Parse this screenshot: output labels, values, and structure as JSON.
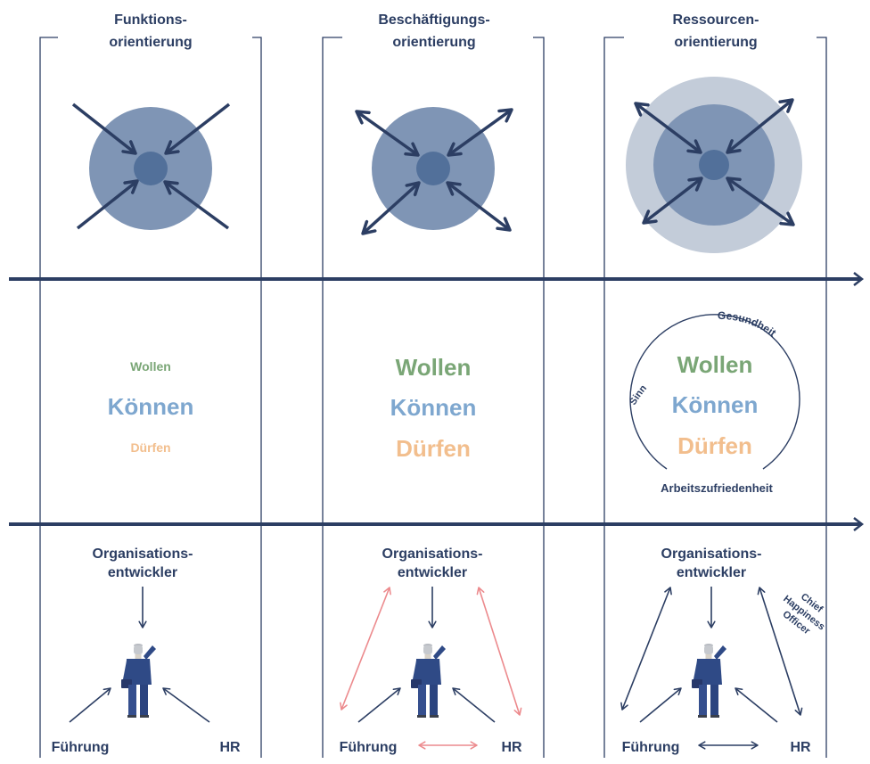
{
  "columns": [
    {
      "title_line1": "Funktions-",
      "title_line2": "orientierung",
      "wollen": "Wollen",
      "koennen": "Können",
      "duerfen": "Dürfen",
      "org_line1": "Organisations-",
      "org_line2": "entwickler",
      "fuehrung": "Führung",
      "hr": "HR"
    },
    {
      "title_line1": "Beschäftigungs-",
      "title_line2": "orientierung",
      "wollen": "Wollen",
      "koennen": "Können",
      "duerfen": "Dürfen",
      "org_line1": "Organisations-",
      "org_line2": "entwickler",
      "fuehrung": "Führung",
      "hr": "HR"
    },
    {
      "title_line1": "Ressourcen-",
      "title_line2": "orientierung",
      "wollen": "Wollen",
      "koennen": "Können",
      "duerfen": "Dürfen",
      "sinn": "Sinn",
      "gesundheit": "Gesundheit",
      "arbeitszufriedenheit": "Arbeitszufriedenheit",
      "org_line1": "Organisations-",
      "org_line2": "entwickler",
      "chief_line1": "Chief",
      "chief_line2": "Happiness",
      "chief_line3": "Officer",
      "fuehrung": "Führung",
      "hr": "HR"
    }
  ],
  "colors": {
    "navy": "#2c3e63",
    "circle_mid": "#6f87a8",
    "circle_core": "#4d6a93",
    "circle_outer": "#c3ccd9",
    "wollen": "#7aa676",
    "koennen": "#7ea7cf",
    "duerfen": "#f2be8d",
    "pink_arrow": "#ec8a8d"
  }
}
